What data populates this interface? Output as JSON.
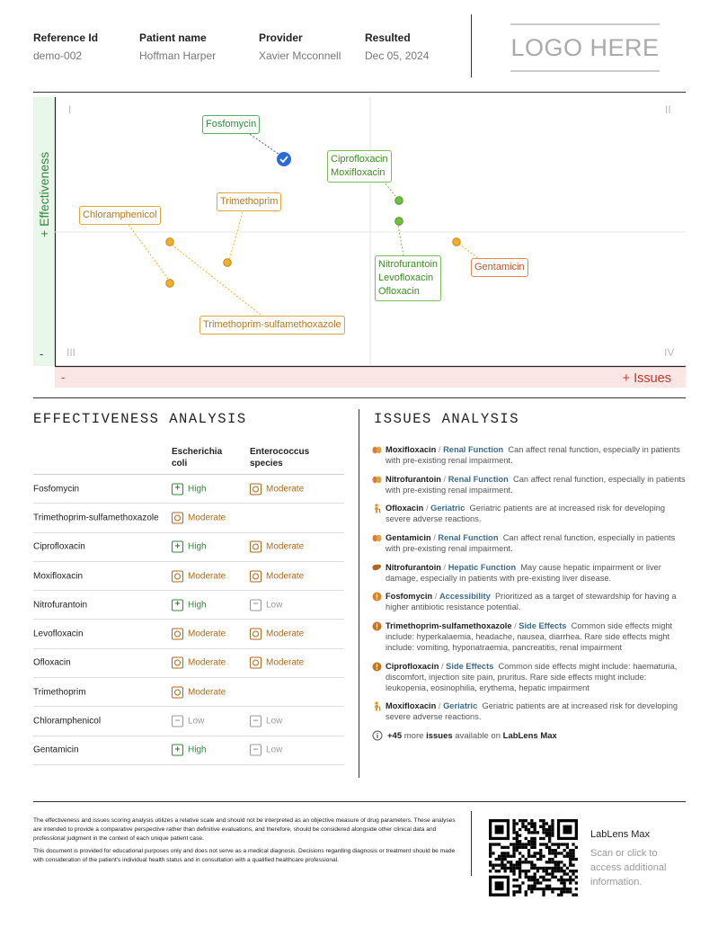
{
  "header": {
    "fields": [
      {
        "label": "Reference Id",
        "value": "demo-002"
      },
      {
        "label": "Patient name",
        "value": "Hoffman Harper"
      },
      {
        "label": "Provider",
        "value": "Xavier Mcconnell"
      },
      {
        "label": "Resulted",
        "value": "Dec 05, 2024"
      }
    ],
    "logo_text": "LOGO HERE"
  },
  "chart": {
    "y_axis_label": "+ Effectiveness",
    "y_axis_minus": "-",
    "x_axis_label": "+ Issues",
    "x_axis_minus": "-",
    "quadrants": [
      "I",
      "II",
      "III",
      "IV"
    ],
    "labels": {
      "fosfomycin": "Fosfomycin",
      "cipro_moxi": [
        "Ciprofloxacin",
        "Moxifloxacin"
      ],
      "trimethoprim": "Trimethoprim",
      "chloramphenicol": "Chloramphenicol",
      "nitro_levo_oflox": [
        "Nitrofurantoin",
        "Levofloxacin",
        "Ofloxacin"
      ],
      "gentamicin": "Gentamicin",
      "tmp_smx": "Trimethoprim-sulfamethoxazole"
    },
    "colors": {
      "blue": "#2a6bd8",
      "green": "#6fbf3a",
      "orange": "#f2b021",
      "effect_band": "#e9f6ea",
      "issues_band": "#fbe6e6"
    }
  },
  "effectiveness": {
    "title": "EFFECTIVENESS ANALYSIS",
    "columns": [
      "Escherichia coli",
      "Enterococcus species"
    ],
    "rows": [
      {
        "drug": "Fosfomycin",
        "ecoli": "High",
        "entero": "Moderate"
      },
      {
        "drug": "Trimethoprim-sulfamethoxazole",
        "ecoli": "Moderate",
        "entero": ""
      },
      {
        "drug": "Ciprofloxacin",
        "ecoli": "High",
        "entero": "Moderate"
      },
      {
        "drug": "Moxifloxacin",
        "ecoli": "Moderate",
        "entero": "Moderate"
      },
      {
        "drug": "Nitrofurantoin",
        "ecoli": "High",
        "entero": "Low"
      },
      {
        "drug": "Levofloxacin",
        "ecoli": "Moderate",
        "entero": "Moderate"
      },
      {
        "drug": "Ofloxacin",
        "ecoli": "Moderate",
        "entero": "Moderate"
      },
      {
        "drug": "Trimethoprim",
        "ecoli": "Moderate",
        "entero": ""
      },
      {
        "drug": "Chloramphenicol",
        "ecoli": "Low",
        "entero": "Low"
      },
      {
        "drug": "Gentamicin",
        "ecoli": "High",
        "entero": "Low"
      }
    ]
  },
  "issues": {
    "title": "ISSUES ANALYSIS",
    "items": [
      {
        "icon": "kidney-icon",
        "drug": "Moxifloxacin",
        "category": "Renal Function",
        "text": "Can affect renal function, especially in patients with pre-existing renal impairment."
      },
      {
        "icon": "kidney-icon",
        "drug": "Nitrofurantoin",
        "category": "Renal Function",
        "text": "Can affect renal function, especially in patients with pre-existing renal impairment."
      },
      {
        "icon": "elderly-icon",
        "drug": "Ofloxacin",
        "category": "Geriatric",
        "text": "Geriatric patients are at increased risk for developing severe adverse reactions."
      },
      {
        "icon": "kidney-icon",
        "drug": "Gentamicin",
        "category": "Renal Function",
        "text": "Can affect renal function, especially in patients with pre-existing renal impairment."
      },
      {
        "icon": "liver-icon",
        "drug": "Nitrofurantoin",
        "category": "Hepatic Function",
        "text": "May cause hepatic impairment or liver damage, especially in patients with pre-existing liver disease."
      },
      {
        "icon": "warning-icon",
        "drug": "Fosfomycin",
        "category": "Accessibility",
        "text": "Prioritized as a target of stewardship for having a higher antibiotic resistance potential."
      },
      {
        "icon": "alert-icon",
        "drug": "Trimethoprim-sulfamethoxazole",
        "category": "Side Effects",
        "text": "Common side effects might include: hyperkalaemia, headache, nausea, diarrhea. Rare side effects might include: vomiting, hyponatraemia, pancreatitis, renal impairment"
      },
      {
        "icon": "alert-icon",
        "drug": "Ciprofloxacin",
        "category": "Side Effects",
        "text": "Common side effects might include: haematuria, discomfort, injection site pain, pruritus. Rare side effects might include: leukopenia, eosinophilia, erythema, hepatic impairment"
      },
      {
        "icon": "elderly-icon",
        "drug": "Moxifloxacin",
        "category": "Geriatric",
        "text": "Geriatric patients are at increased risk for developing severe adverse reactions."
      }
    ],
    "more_count": "+45",
    "more_mid": "more",
    "more_word": "issues",
    "more_tail": "available on",
    "more_brand": "LabLens Max"
  },
  "footer": {
    "disclaimer1": "The effectiveness and issues scoring analysis utilizes a relative scale and should not be interpreted as an objective measure of drug parameters. These analyses are intended to provide a comparative perspective rather than definitive evaluations, and therefore, should be considered alongside other clinical data and professional judgment in the context of each unique patient case.",
    "disclaimer2": "This document is provided for educational purposes only and does not serve as a medical diagnosis. Decisions regarding diagnosis or treatment should be made with consideration of the patient's individual health status and in consultation with a qualified healthcare professional.",
    "brand": "LabLens Max",
    "scan_text": "Scan or click to access additional information."
  }
}
